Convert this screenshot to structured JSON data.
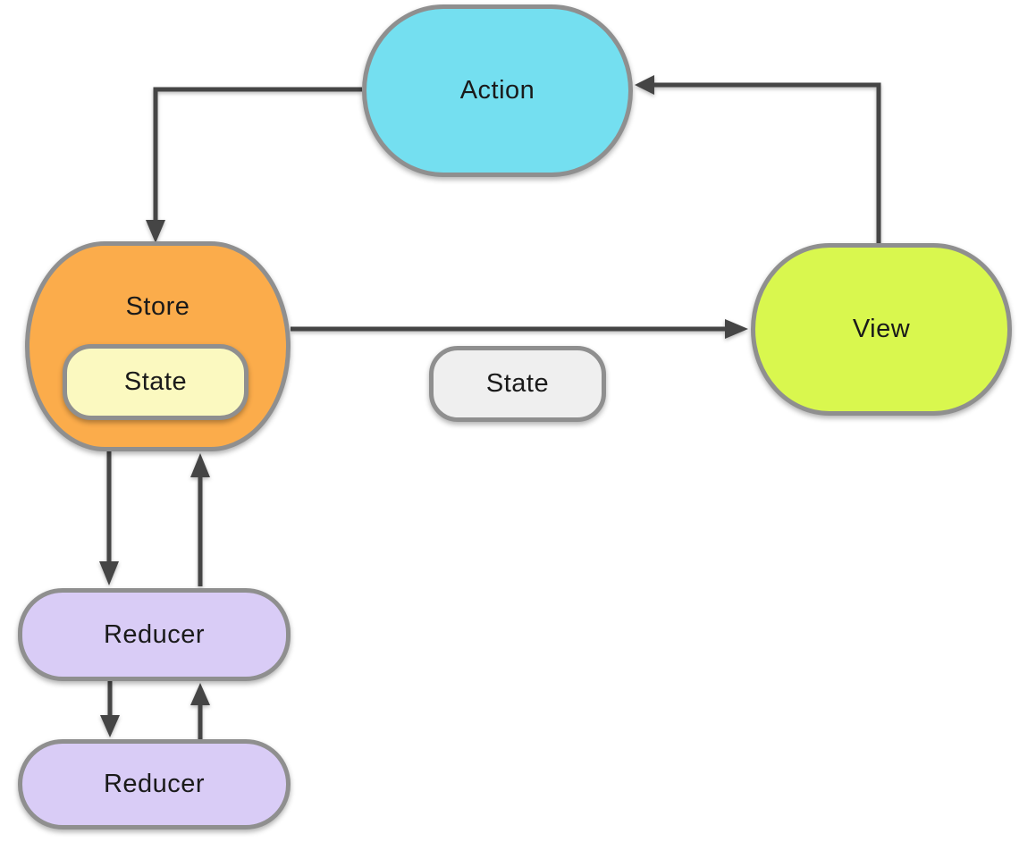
{
  "colors": {
    "background": "#ffffff",
    "border": "#8f8f8f",
    "arrow": "#454545",
    "text": "#1a1a1a",
    "action_fill": "#74dff0",
    "store_fill": "#fbac4b",
    "store_state_fill": "#fbf9c0",
    "state_fill": "#efefef",
    "view_fill": "#d9f74e",
    "reducer_fill": "#d9ccf6"
  },
  "nodes": {
    "action": {
      "label": "Action"
    },
    "store": {
      "label": "Store"
    },
    "store_state": {
      "label": "State"
    },
    "state": {
      "label": "State"
    },
    "view": {
      "label": "View"
    },
    "reducer_1": {
      "label": "Reducer"
    },
    "reducer_2": {
      "label": "Reducer"
    }
  },
  "edges": [
    {
      "from": "action",
      "to": "store"
    },
    {
      "from": "view",
      "to": "action"
    },
    {
      "from": "store",
      "to": "view"
    },
    {
      "from": "store",
      "to": "reducer_1"
    },
    {
      "from": "reducer_1",
      "to": "store"
    },
    {
      "from": "reducer_1",
      "to": "reducer_2"
    },
    {
      "from": "reducer_2",
      "to": "reducer_1"
    }
  ]
}
